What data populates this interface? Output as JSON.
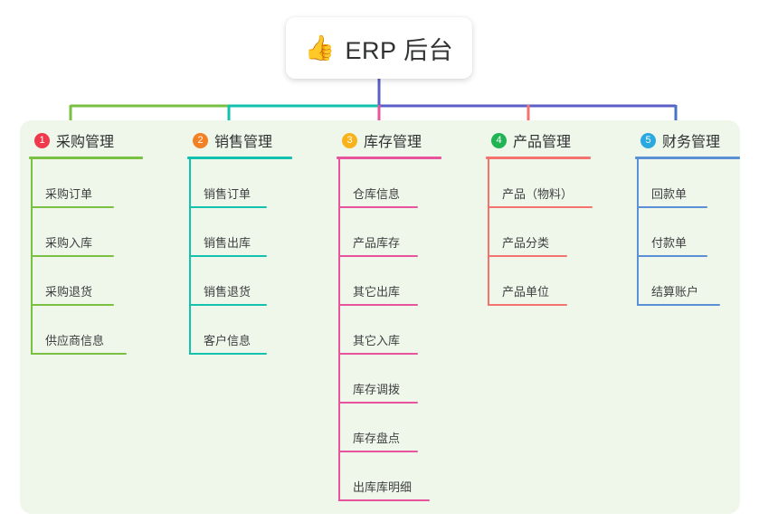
{
  "root": {
    "icon": "thumbs-up-icon",
    "emoji": "👍",
    "title": "ERP 后台"
  },
  "panel": {
    "background_color": "#eef7e9"
  },
  "colors": {
    "col1_line": "#7ac143",
    "col2_line": "#13c2ae",
    "col3_line": "#e8539e",
    "col4_line": "#f4736e",
    "col5_line": "#5b8fd6",
    "trunk": "#5b5fc7",
    "badge1": "#f0394d",
    "badge2": "#f48024",
    "badge3": "#f8b31c",
    "badge4": "#21b452",
    "badge5": "#2aa8e0"
  },
  "columns": [
    {
      "number": "1",
      "title": "采购管理",
      "badge_color": "#f0394d",
      "line_color": "#7ac143",
      "items": [
        {
          "label": "采购订单"
        },
        {
          "label": "采购入库"
        },
        {
          "label": "采购退货"
        },
        {
          "label": "供应商信息"
        }
      ]
    },
    {
      "number": "2",
      "title": "销售管理",
      "badge_color": "#f48024",
      "line_color": "#13c2ae",
      "items": [
        {
          "label": "销售订单"
        },
        {
          "label": "销售出库"
        },
        {
          "label": "销售退货"
        },
        {
          "label": "客户信息"
        }
      ]
    },
    {
      "number": "3",
      "title": "库存管理",
      "badge_color": "#f8b31c",
      "line_color": "#e8539e",
      "items": [
        {
          "label": "仓库信息"
        },
        {
          "label": "产品库存"
        },
        {
          "label": "其它出库"
        },
        {
          "label": "其它入库"
        },
        {
          "label": "库存调拨"
        },
        {
          "label": "库存盘点"
        },
        {
          "label": "出库库明细"
        }
      ]
    },
    {
      "number": "4",
      "title": "产品管理",
      "badge_color": "#21b452",
      "line_color": "#f4736e",
      "items": [
        {
          "label": "产品（物料）"
        },
        {
          "label": "产品分类"
        },
        {
          "label": "产品单位"
        }
      ]
    },
    {
      "number": "5",
      "title": "财务管理",
      "badge_color": "#2aa8e0",
      "line_color": "#5b8fd6",
      "items": [
        {
          "label": "回款单"
        },
        {
          "label": "付款单"
        },
        {
          "label": "结算账户"
        }
      ]
    }
  ]
}
